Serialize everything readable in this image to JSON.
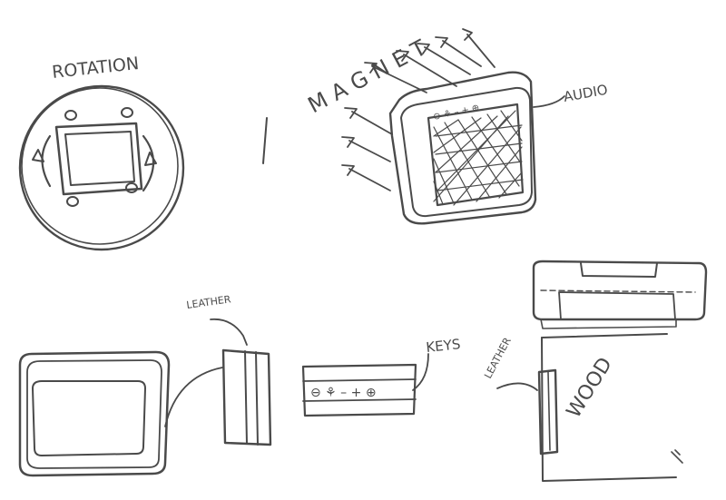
{
  "labels": {
    "rotation": "ROTATION",
    "magnet": "MAGNET",
    "audio": "AUDIO",
    "leather_1": "LEATHER",
    "keys": "KEYS",
    "leather_2": "LEATHER",
    "wood": "WOOD",
    "key_glyphs": "⊖ ⚘ – + ⊕"
  },
  "colors": {
    "ink": "#4a4a4a",
    "paper": "#ffffff"
  }
}
